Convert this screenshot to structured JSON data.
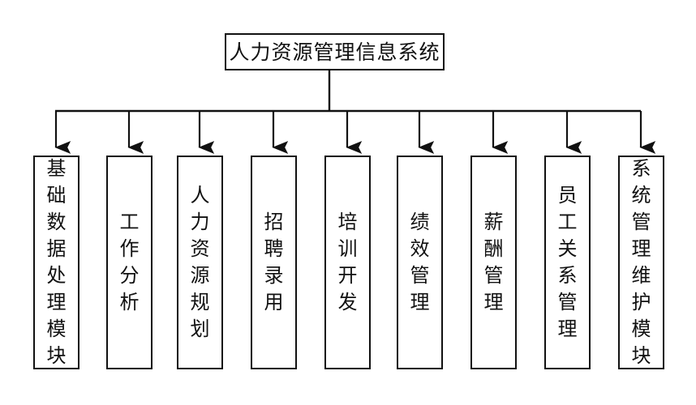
{
  "diagram": {
    "type": "tree-hierarchy",
    "orientation": "top-down",
    "title_node": {
      "label": "人力资源管理信息系统"
    },
    "connector": {
      "style": "orthogonal-bus-with-arrowheads",
      "color": "#111111"
    },
    "modules": [
      {
        "id": "basic-data-processing",
        "label": "基础数据处理模块"
      },
      {
        "id": "job-analysis",
        "label": "工作分析"
      },
      {
        "id": "hr-planning",
        "label": "人力资源规划"
      },
      {
        "id": "recruitment",
        "label": "招聘录用"
      },
      {
        "id": "training-development",
        "label": "培训开发"
      },
      {
        "id": "performance-management",
        "label": "绩效管理"
      },
      {
        "id": "compensation-management",
        "label": "薪酬管理"
      },
      {
        "id": "employee-relations",
        "label": "员工关系管理"
      },
      {
        "id": "system-admin-maintenance",
        "label": "系统管理维护模块"
      }
    ],
    "colors": {
      "background": "#ffffff",
      "stroke": "#111111",
      "fill": "#ffffff",
      "text": "#111111"
    }
  }
}
